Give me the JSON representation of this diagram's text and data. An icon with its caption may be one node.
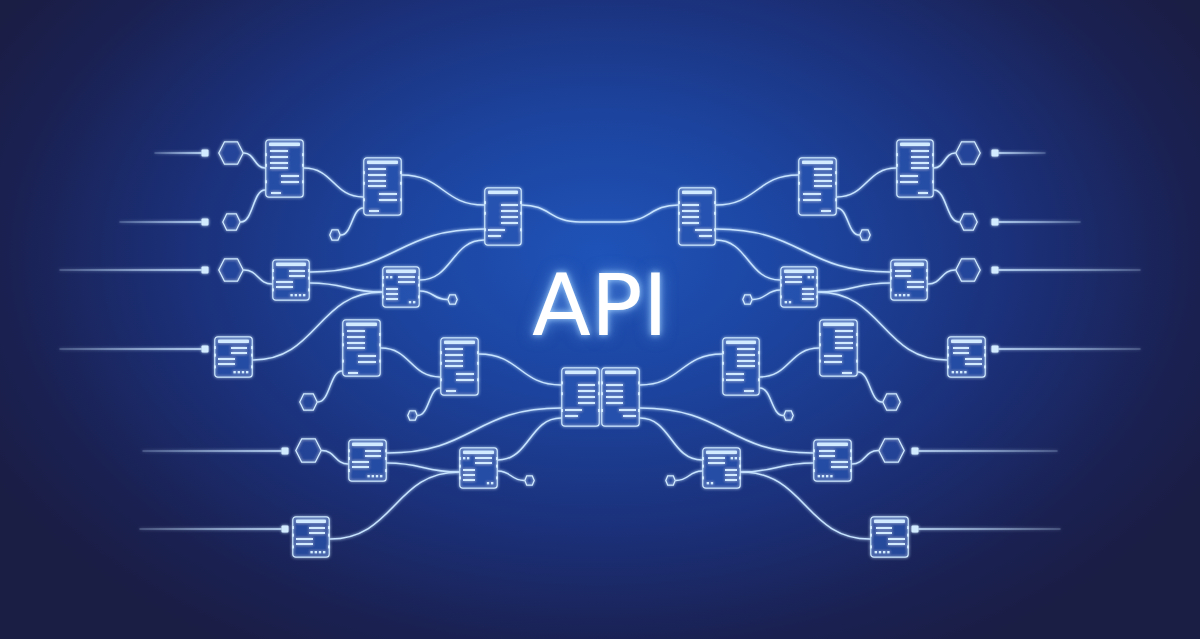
{
  "diagram": {
    "nodes": [
      {
        "text": [],
        "shape": "square"
      },
      {
        "text": [],
        "shape": "hexagon"
      },
      {
        "text": [],
        "shape": "document"
      },
      {
        "text": [],
        "shape": "document"
      },
      {
        "text": [],
        "shape": "document"
      },
      {
        "text": [],
        "shape": "document"
      },
      {
        "text": [],
        "shape": "document"
      },
      {
        "text": [],
        "shape": "document"
      },
      {
        "text": [],
        "shape": "hexagon"
      },
      {
        "text": [],
        "shape": "square"
      },
      {
        "text": [],
        "shape": "square"
      },
      {
        "text": [],
        "shape": "hexagon"
      },
      {
        "text": [],
        "shape": "hexagon"
      },
      {
        "text": [],
        "shape": "hexagon"
      },
      {
        "text": [],
        "shape": "hexagon"
      },
      {
        "text": [],
        "shape": "square"
      },
      {
        "text": [],
        "shape": "square"
      },
      {
        "text": [],
        "shape": "hexagon"
      },
      {
        "text": [],
        "shape": "document"
      },
      {
        "text": [],
        "shape": "document"
      },
      {
        "text": [],
        "shape": "hexagon"
      },
      {
        "text": [],
        "shape": "hexagon"
      },
      {
        "text": [],
        "shape": "document"
      },
      {
        "text": [],
        "shape": "document"
      },
      {
        "text": [],
        "shape": "hexagon"
      },
      {
        "text": [],
        "shape": "square"
      },
      {
        "text": [],
        "shape": "square"
      },
      {
        "text": [],
        "shape": "document"
      },
      {
        "text": [],
        "shape": "document"
      },
      {
        "text": [],
        "shape": "document"
      },
      {
        "text": [],
        "shape": "document"
      },
      {
        "text": [],
        "shape": "document"
      },
      {
        "text": [],
        "shape": "document"
      },
      {
        "text": [],
        "shape": "document"
      },
      {
        "text": [],
        "shape": "document"
      },
      {
        "text": [],
        "shape": "square"
      },
      {
        "text": [],
        "shape": "hexagon"
      },
      {
        "text": [],
        "shape": "hexagon"
      },
      {
        "text": [],
        "shape": "hexagon"
      },
      {
        "text": [],
        "shape": "hexagon"
      },
      {
        "text": [],
        "shape": "square"
      },
      {
        "text": [],
        "shape": "hexagon"
      },
      {
        "text": [],
        "shape": "document"
      },
      {
        "text": [],
        "shape": "document"
      },
      {
        "text": [],
        "shape": "hexagon"
      },
      {
        "text": [],
        "shape": "hexagon"
      },
      {
        "text": [],
        "shape": "document"
      },
      {
        "text": [],
        "shape": "document"
      },
      {
        "text": [],
        "shape": "hexagon"
      },
      {
        "text": [],
        "shape": "square"
      },
      {
        "text": [],
        "shape": "square"
      },
      {
        "text": [],
        "shape": "document"
      },
      {
        "text": [],
        "shape": "document"
      },
      {
        "text": [],
        "shape": "square"
      }
    ],
    "edges": [
      {
        "from": null,
        "to": 0,
        "arrow": "none"
      },
      {
        "from": 1,
        "to": 2,
        "arrow": "none"
      },
      {
        "from": 2,
        "to": 3,
        "arrow": "none"
      },
      {
        "from": 3,
        "to": 4,
        "arrow": "none"
      },
      {
        "from": 4,
        "to": 5,
        "arrow": "none"
      },
      {
        "from": 5,
        "to": 6,
        "arrow": "none"
      },
      {
        "from": 6,
        "to": 7,
        "arrow": "none"
      },
      {
        "from": 7,
        "to": 8,
        "arrow": "none"
      },
      {
        "from": 9,
        "to": null,
        "arrow": "none"
      },
      {
        "from": null,
        "to": 10,
        "arrow": "none"
      },
      {
        "from": 11,
        "to": 2,
        "arrow": "none"
      },
      {
        "from": 12,
        "to": 3,
        "arrow": "none"
      },
      {
        "from": 6,
        "to": 13,
        "arrow": "none"
      },
      {
        "from": 7,
        "to": 14,
        "arrow": "none"
      },
      {
        "from": 15,
        "to": null,
        "arrow": "none"
      },
      {
        "from": null,
        "to": 16,
        "arrow": "none"
      },
      {
        "from": 17,
        "to": 18,
        "arrow": "none"
      },
      {
        "from": 18,
        "to": 4,
        "arrow": "none"
      },
      {
        "from": 18,
        "to": 19,
        "arrow": "none"
      },
      {
        "from": 19,
        "to": 4,
        "arrow": "none"
      },
      {
        "from": 19,
        "to": 20,
        "arrow": "none"
      },
      {
        "from": 21,
        "to": 22,
        "arrow": "none"
      },
      {
        "from": 5,
        "to": 22,
        "arrow": "none"
      },
      {
        "from": 22,
        "to": 23,
        "arrow": "none"
      },
      {
        "from": 5,
        "to": 23,
        "arrow": "none"
      },
      {
        "from": 23,
        "to": 24,
        "arrow": "none"
      },
      {
        "from": 25,
        "to": null,
        "arrow": "none"
      },
      {
        "from": null,
        "to": 26,
        "arrow": "none"
      },
      {
        "from": 27,
        "to": 19,
        "arrow": "none"
      },
      {
        "from": 22,
        "to": 34,
        "arrow": "none"
      },
      {
        "from": 35,
        "to": null,
        "arrow": "none"
      },
      {
        "from": 36,
        "to": 28,
        "arrow": "none"
      },
      {
        "from": 28,
        "to": 29,
        "arrow": "none"
      },
      {
        "from": 37,
        "to": 29,
        "arrow": "none"
      },
      {
        "from": 29,
        "to": 30,
        "arrow": "none"
      },
      {
        "from": 31,
        "to": 32,
        "arrow": "none"
      },
      {
        "from": 32,
        "to": 33,
        "arrow": "none"
      },
      {
        "from": 32,
        "to": 38,
        "arrow": "none"
      },
      {
        "from": 33,
        "to": 39,
        "arrow": "none"
      },
      {
        "from": null,
        "to": 40,
        "arrow": "none"
      },
      {
        "from": 41,
        "to": 42,
        "arrow": "none"
      },
      {
        "from": 42,
        "to": 30,
        "arrow": "none"
      },
      {
        "from": 42,
        "to": 43,
        "arrow": "none"
      },
      {
        "from": 43,
        "to": 30,
        "arrow": "none"
      },
      {
        "from": 43,
        "to": 44,
        "arrow": "none"
      },
      {
        "from": 45,
        "to": 46,
        "arrow": "none"
      },
      {
        "from": 31,
        "to": 46,
        "arrow": "none"
      },
      {
        "from": 31,
        "to": 47,
        "arrow": "none"
      },
      {
        "from": 46,
        "to": 47,
        "arrow": "none"
      },
      {
        "from": 47,
        "to": 48,
        "arrow": "none"
      },
      {
        "from": 49,
        "to": null,
        "arrow": "none"
      },
      {
        "from": null,
        "to": 50,
        "arrow": "none"
      },
      {
        "from": 51,
        "to": 43,
        "arrow": "none"
      },
      {
        "from": 46,
        "to": 52,
        "arrow": "none"
      },
      {
        "from": 53,
        "to": null,
        "arrow": "none"
      }
    ],
    "labels": [
      "API"
    ]
  }
}
